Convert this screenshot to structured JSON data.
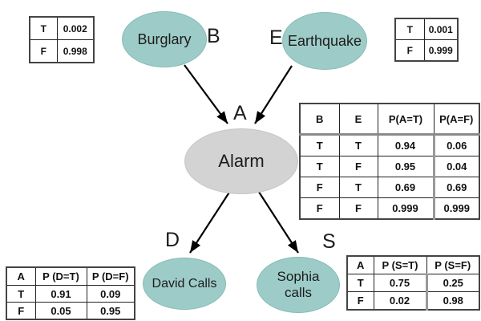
{
  "nodes": {
    "burglary": {
      "label": "Burglary",
      "tag": "B"
    },
    "earthquake": {
      "label": "Earthquake",
      "tag": "E"
    },
    "alarm": {
      "label": "Alarm",
      "tag": "A"
    },
    "david": {
      "label": "David Calls",
      "tag": "D"
    },
    "sophia": {
      "lines": [
        "Sophia",
        "calls"
      ],
      "tag": "S"
    }
  },
  "tables": {
    "burglary_prior": {
      "rows": [
        [
          "T",
          "0.002"
        ],
        [
          "F",
          "0.998"
        ]
      ]
    },
    "earthquake_prior": {
      "rows": [
        [
          "T",
          "0.001"
        ],
        [
          "F",
          "0.999"
        ]
      ]
    },
    "alarm_cpt": {
      "headers": [
        "B",
        "E",
        "P(A=T)",
        "P(A=F)"
      ],
      "rows": [
        [
          "T",
          "T",
          "0.94",
          "0.06"
        ],
        [
          "T",
          "F",
          "0.95",
          "0.04"
        ],
        [
          "F",
          "T",
          "0.69",
          "0.69"
        ],
        [
          "F",
          "F",
          "0.999",
          "0.999"
        ]
      ]
    },
    "david_cpt": {
      "headers": [
        "A",
        "P (D=T)",
        "P (D=F)"
      ],
      "rows": [
        [
          "T",
          "0.91",
          "0.09"
        ],
        [
          "F",
          "0.05",
          "0.95"
        ]
      ]
    },
    "sophia_cpt": {
      "headers": [
        "A",
        "P (S=T)",
        "P (S=F)"
      ],
      "rows": [
        [
          "T",
          "0.75",
          "0.25"
        ],
        [
          "F",
          "0.02",
          "0.98"
        ]
      ]
    }
  },
  "colors": {
    "node_teal": "#9dccc8",
    "node_gray": "#d3d3d3",
    "edge": "#000000",
    "table_border": "#444444",
    "table_divider_gray": "#999999"
  }
}
